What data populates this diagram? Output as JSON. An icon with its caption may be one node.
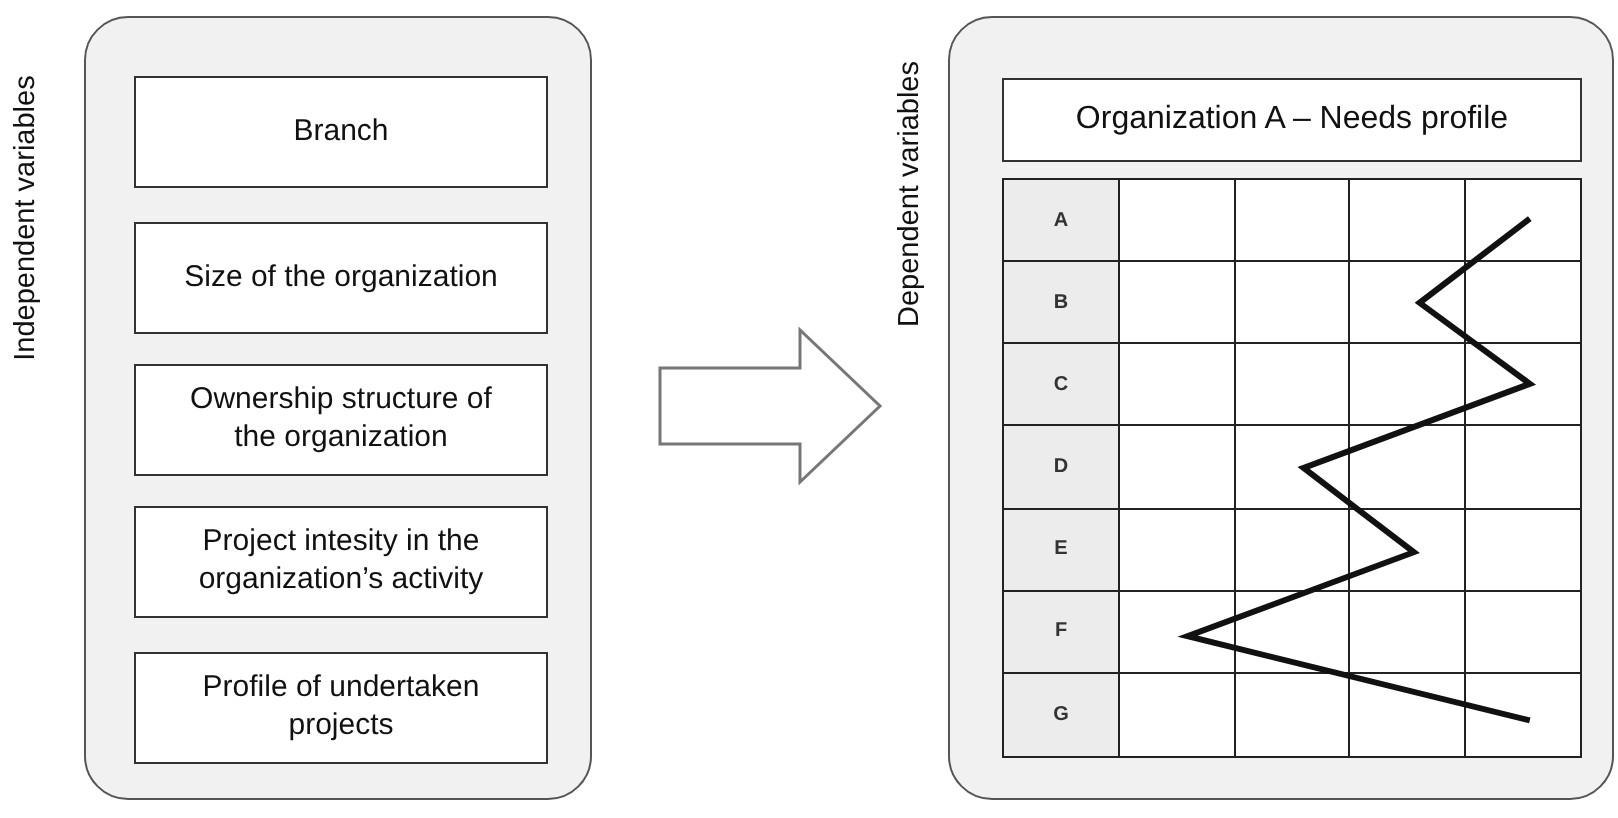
{
  "diagram": {
    "nodes": [
      {
        "text": [
          "Independent variables"
        ]
      },
      {
        "text": [
          "Branch"
        ],
        "in": 0
      },
      {
        "text": [
          "Size of the organization"
        ],
        "in": 0
      },
      {
        "text": [
          "Ownership structure of the organization"
        ],
        "in": 0
      },
      {
        "text": [
          "Project intesity in the organization’s activity"
        ],
        "in": 0
      },
      {
        "text": [
          "Profile of undertaken projects"
        ],
        "in": 0
      },
      {
        "text": [
          "Dependent variables"
        ]
      },
      {
        "text": [
          "Organization A – Needs profile"
        ],
        "in": 6
      }
    ],
    "edges": [
      {
        "from": 0,
        "to": 6,
        "arrow": "to"
      }
    ],
    "labels": [
      "A",
      "B",
      "C",
      "D",
      "E",
      "F",
      "G"
    ]
  }
}
